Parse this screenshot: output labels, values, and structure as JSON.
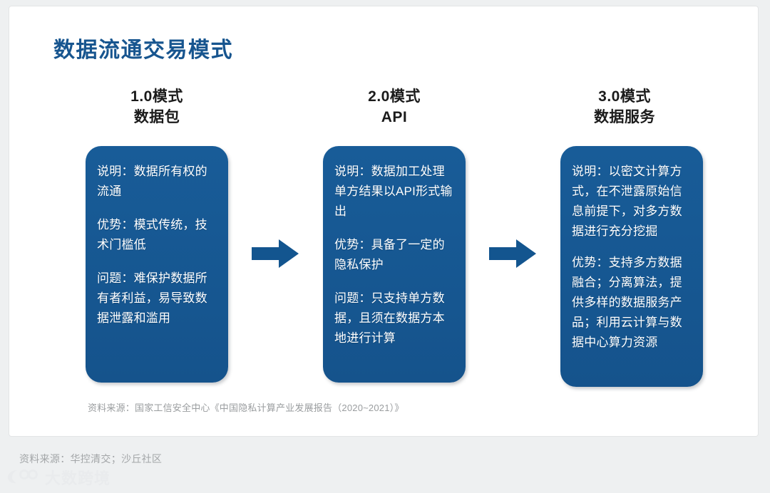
{
  "slide": {
    "title": "数据流通交易模式",
    "accent_color": "#17558f",
    "card_color": "#15568f",
    "arrow_color": "#13558f"
  },
  "columns": [
    {
      "head_line1": "1.0模式",
      "head_line2": "数据包",
      "card": {
        "description": "说明：数据所有权的流通",
        "advantage": "优势：模式传统，技术门槛低",
        "problem": "问题：难保护数据所有者利益，易导致数据泄露和滥用"
      }
    },
    {
      "head_line1": "2.0模式",
      "head_line2": "API",
      "card": {
        "description": "说明：数据加工处理单方结果以API形式输出",
        "advantage": "优势：具备了一定的隐私保护",
        "problem": "问题：只支持单方数据，且须在数据方本地进行计算"
      }
    },
    {
      "head_line1": "3.0模式",
      "head_line2": "数据服务",
      "card": {
        "description": "说明：以密文计算方式，在不泄露原始信息前提下，对多方数据进行充分挖掘",
        "advantage": "优势：支持多方数据融合；分离算法，提供多样的数据服务产品；利用云计算与数据中心算力资源",
        "problem": ""
      }
    }
  ],
  "arrows": [
    {
      "name": "arrow-1-to-2",
      "direction": "right"
    },
    {
      "name": "arrow-2-to-3",
      "direction": "right"
    }
  ],
  "source_note": "资料来源：国家工信安全中心《中国隐私计算产业发展报告（2020~2021）》",
  "footer_source": "资料来源：华控清交；沙丘社区",
  "watermark": {
    "text": "大数跨境",
    "icon": "dashukuajing-logo-icon"
  }
}
